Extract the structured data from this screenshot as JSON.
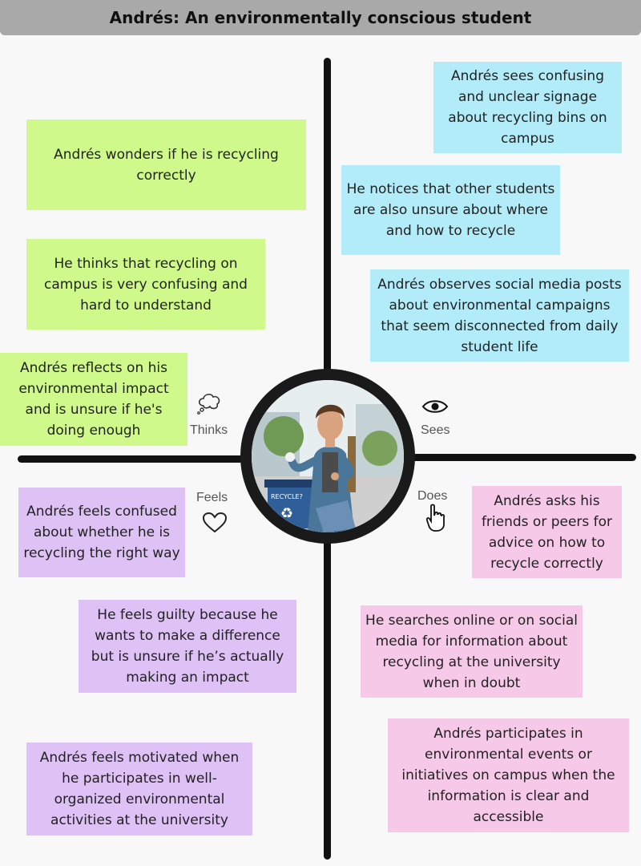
{
  "title": "Andrés: An environmentally conscious student",
  "quadrants": {
    "thinks": {
      "label": "Thinks",
      "icon": "thought-bubble-icon",
      "color": "#cff98a",
      "notes": [
        "Andrés wonders if he is recycling correctly",
        "He thinks that recycling on campus is very confusing and hard to understand",
        "Andrés reflects on his environmental impact and is unsure if he's doing enough"
      ]
    },
    "sees": {
      "label": "Sees",
      "icon": "eye-icon",
      "color": "#b3ecf9",
      "notes": [
        "Andrés sees confusing and unclear signage about recycling bins on campus",
        "He notices that other students are also unsure about where and how to recycle",
        "Andrés observes social media posts about environmental campaigns that seem disconnected from daily student life"
      ]
    },
    "feels": {
      "label": "Feels",
      "icon": "heart-icon",
      "color": "#dec1f5",
      "notes": [
        "Andrés feels confused about whether he is recycling the right way",
        "He feels guilty because he wants to make a difference but is unsure if he’s actually making an impact",
        "Andrés feels motivated when he participates in well-organized environmental activities at the university"
      ]
    },
    "does": {
      "label": "Does",
      "icon": "pointing-hand-icon",
      "color": "#f7c9e8",
      "notes": [
        "Andrés asks his friends or peers for advice on how to recycle correctly",
        "He searches online or on social media for information about recycling at the university when in doubt",
        "Andrés participates in environmental events or initiatives on campus when the information is clear and accessible"
      ]
    }
  },
  "center": {
    "image": "student-holding-paper-near-recycle-bin",
    "bin_text": "RECYCLE?"
  }
}
